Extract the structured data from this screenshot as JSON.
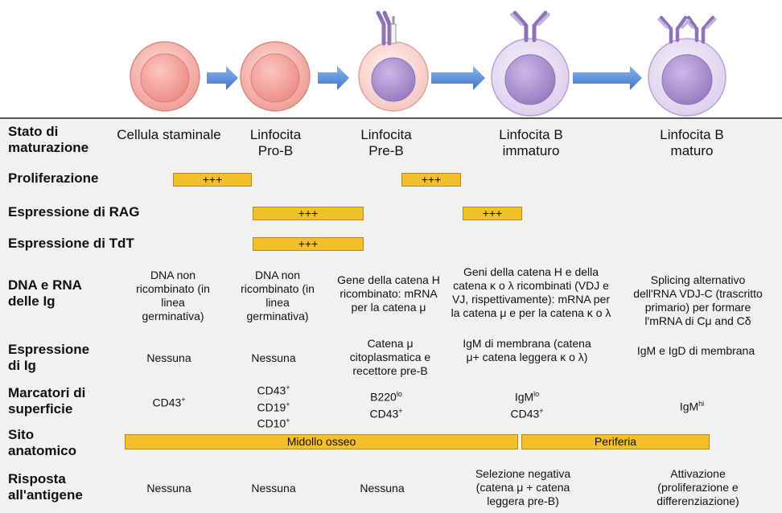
{
  "rows": {
    "stage": "Stato di maturazione",
    "proliferation": "Proliferazione",
    "rag": "Espressione di RAG",
    "tdt": "Espressione di TdT",
    "dna": "DNA e RNA delle Ig",
    "ig": "Espressione di Ig",
    "markers": "Marcatori di superficie",
    "site": "Sito anatomico",
    "response": "Risposta all'antigene"
  },
  "stages": [
    {
      "name": "Cellula staminale"
    },
    {
      "name": "Linfocita Pro-B"
    },
    {
      "name": "Linfocita Pre-B"
    },
    {
      "name": "Linfocita B immaturo"
    },
    {
      "name": "Linfocita B maturo"
    }
  ],
  "bars": {
    "plus": "+++",
    "bone_marrow": "Midollo osseo",
    "periphery": "Periferia"
  },
  "dna": [
    "DNA non ricombinato (in linea germinativa)",
    "DNA non ricombinato (in linea germinativa)",
    "Gene della catena H ricombinato: mRNA per la catena μ",
    "Geni della catena H e della catena κ o λ ricombinati (VDJ e VJ, rispettivamente): mRNA per la catena μ e per la catena κ o λ",
    "Splicing alternativo dell'RNA VDJ-C (trascritto primario) per formare l'mRNA di Cμ and Cδ"
  ],
  "ig": [
    "Nessuna",
    "Nessuna",
    "Catena μ citoplasmatica e recettore pre-B",
    "IgM di membrana (catena μ+ catena leggera κ o λ)",
    "IgM e IgD di membrana"
  ],
  "markers": {
    "m0": "CD43",
    "sup": "+",
    "m1a": "CD43",
    "m1b": "CD19",
    "m1c": "CD10",
    "m2a": "B220",
    "m2a_sup": "lo",
    "m2b": "CD43",
    "m3a": "IgM",
    "m3a_sup": "lo",
    "m3b": "CD43",
    "m4": "IgM",
    "m4_sup": "hi"
  },
  "response": [
    "Nessuna",
    "Nessuna",
    "Nessuna",
    "Selezione negativa (catena μ + catena leggera pre-B)",
    "Attivazione (proliferazione e differenziazione)"
  ],
  "colors": {
    "bar": "#f2c02b",
    "arrow": "#5b8fd6",
    "stem_cell": "#f7a9a5",
    "b_nucleus": "#b096d2",
    "background": "#f1f1f2"
  }
}
